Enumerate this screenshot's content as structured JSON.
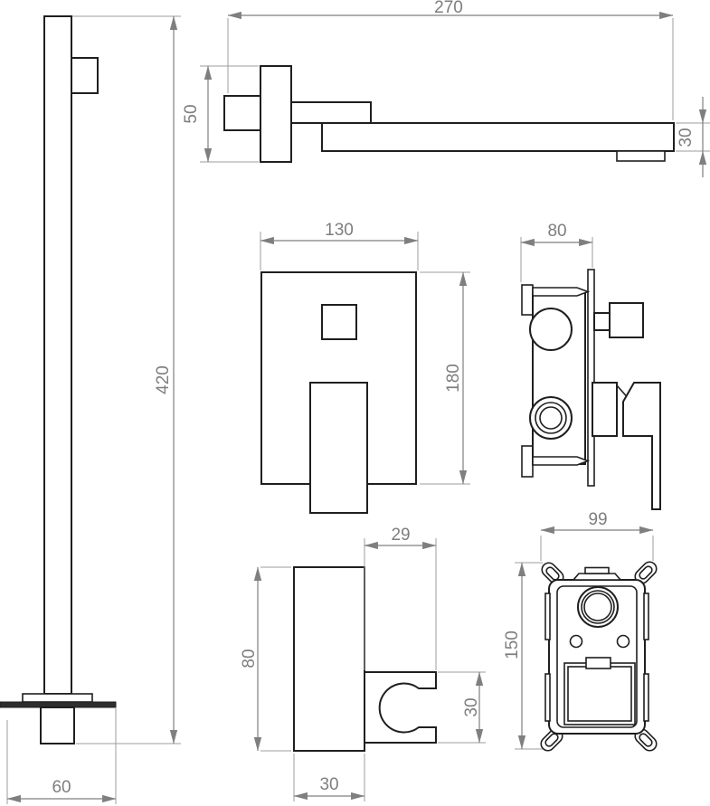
{
  "drawing": {
    "background_color": "#ffffff",
    "outline_color": "#1f1f1f",
    "dimension_color": "#7e7e7e",
    "views": {
      "shower_rail": {
        "height": "420",
        "base_width": "60"
      },
      "wall_spout": {
        "length": "270",
        "plate_height": "50",
        "spout_thickness": "30"
      },
      "mixer_front": {
        "width": "130",
        "height": "180"
      },
      "mixer_side": {
        "depth": "80"
      },
      "holder": {
        "bracket_depth": "29",
        "height": "80",
        "bracket_height": "30",
        "base_width": "30"
      },
      "rough_in_box": {
        "width": "99",
        "height": "150"
      }
    }
  }
}
